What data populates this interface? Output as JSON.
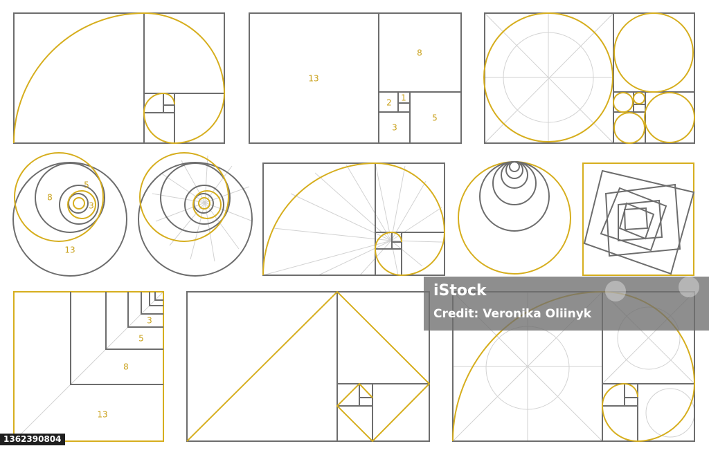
{
  "diagrams": {
    "panel_2_numbers": {
      "n13": "13",
      "n8": "8",
      "n5": "5",
      "n3": "3",
      "n2": "2",
      "n1": "1"
    },
    "panel_4_numbers": {
      "n13": "13",
      "n8": "8",
      "n5": "5",
      "n3": "3"
    },
    "panel_10_numbers": {
      "n13": "13",
      "n8": "8",
      "n5": "5",
      "n3": "3"
    }
  },
  "watermark": {
    "brand": "iStock",
    "credit": "Credit: Veronika Oliinyk"
  },
  "stock_id": "1362390804",
  "colors": {
    "gold": "#d6ae1e",
    "gray": "#6d6d6d",
    "light_gray": "#d2d2d2"
  }
}
